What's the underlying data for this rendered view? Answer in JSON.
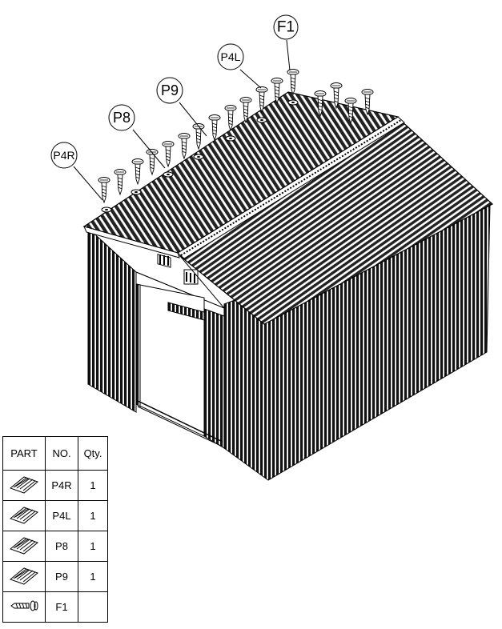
{
  "callouts": {
    "f1": "F1",
    "p4l": "P4L",
    "p9": "P9",
    "p8": "P8",
    "p4r": "P4R"
  },
  "table": {
    "headers": {
      "part": "PART",
      "no": "NO.",
      "qty": "Qty."
    },
    "rows": [
      {
        "icon": "roof-panel-icon",
        "no": "P4R",
        "qty": "1"
      },
      {
        "icon": "roof-panel-icon",
        "no": "P4L",
        "qty": "1"
      },
      {
        "icon": "roof-panel-icon",
        "no": "P8",
        "qty": "1"
      },
      {
        "icon": "roof-panel-icon",
        "no": "P9",
        "qty": "1"
      },
      {
        "icon": "screw-icon",
        "no": "F1",
        "qty": ""
      }
    ]
  }
}
